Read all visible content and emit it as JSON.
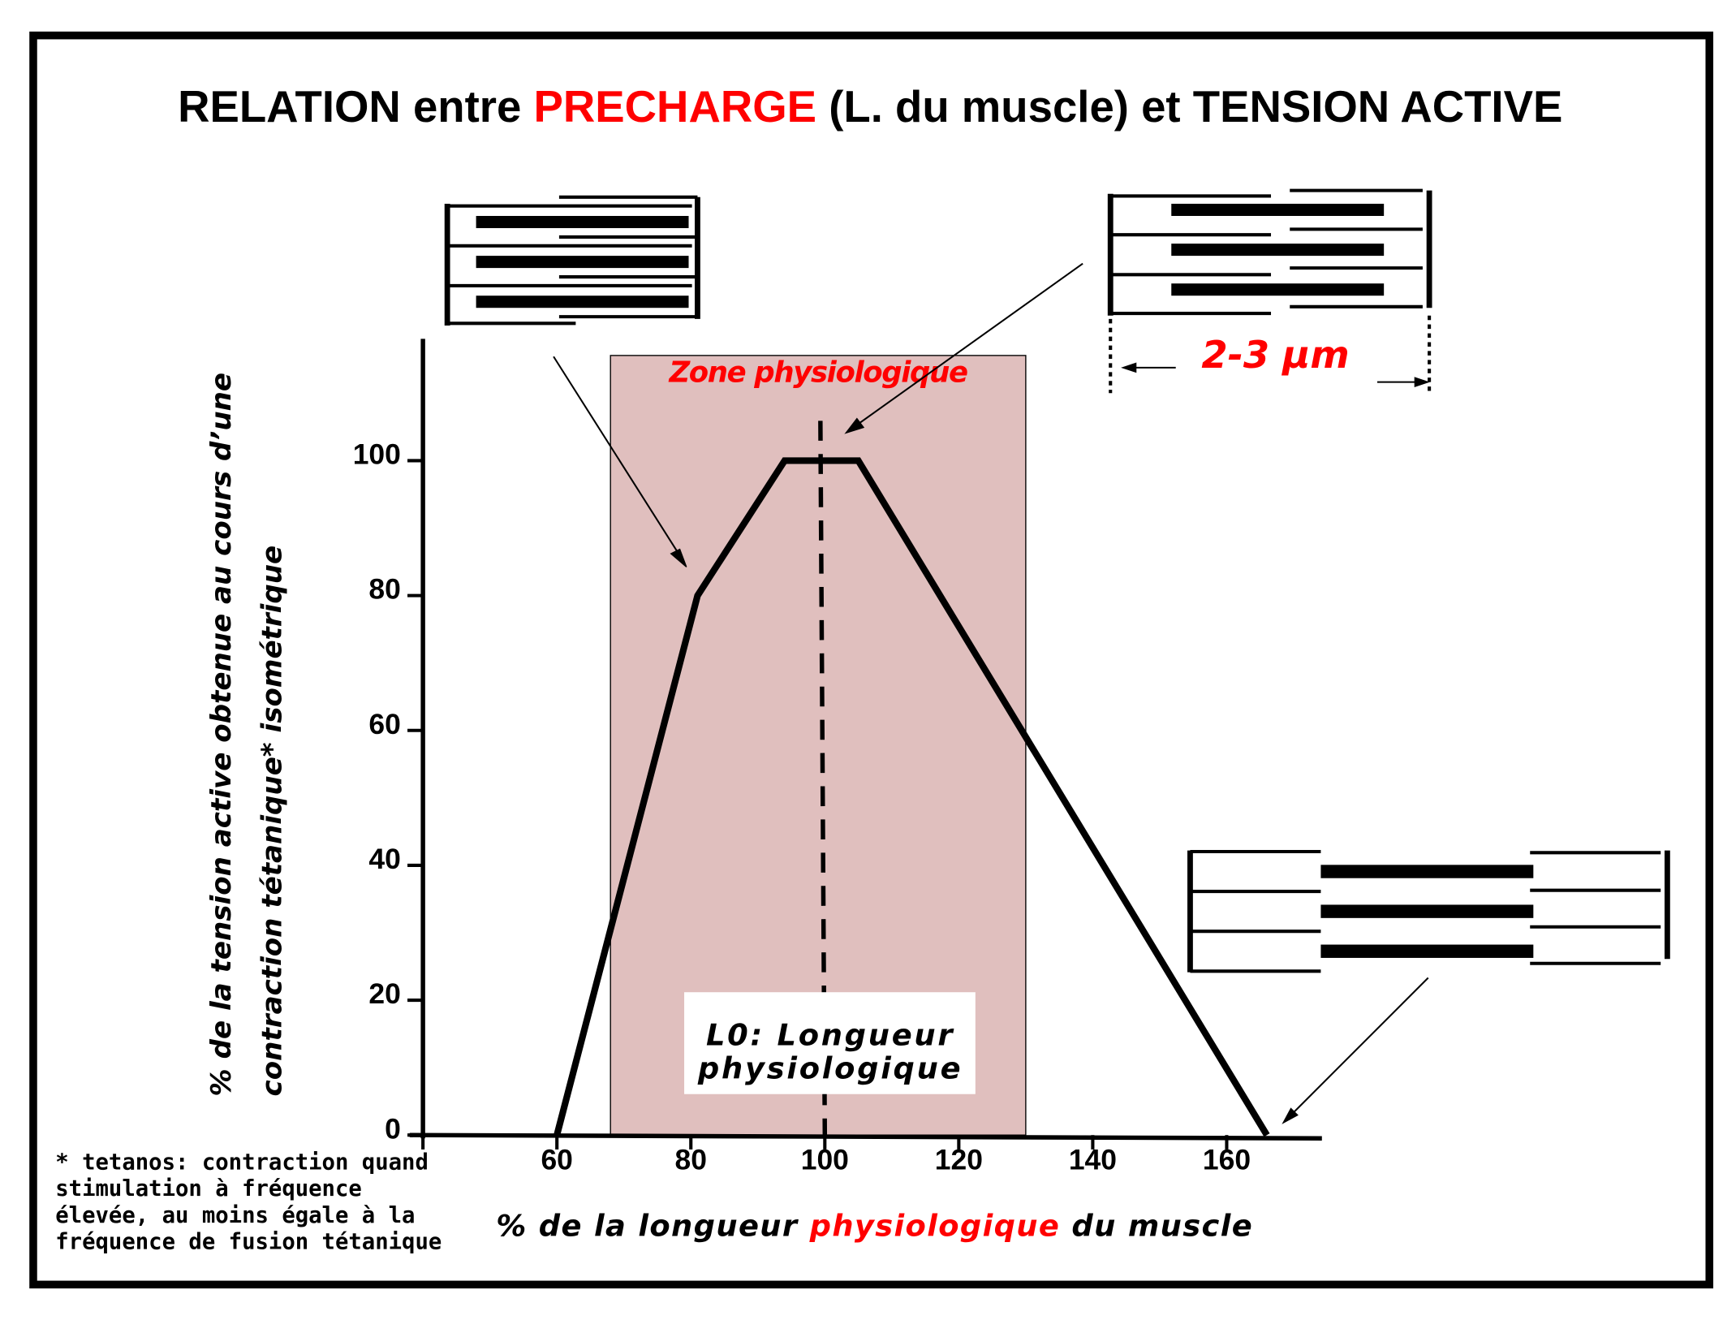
{
  "title": {
    "part1": "RELATION entre ",
    "part2": "PRECHARGE",
    "part3": " (L. du muscle)  et TENSION ACTIVE"
  },
  "colors": {
    "accent": "#ff0000",
    "zone_fill": "#e0bfbe",
    "line": "#000000"
  },
  "chart_data": {
    "type": "line",
    "x": [
      60,
      81,
      94,
      105,
      166
    ],
    "y": [
      0,
      80,
      100,
      100,
      0
    ],
    "xlim": [
      40,
      175
    ],
    "ylim": [
      0,
      118
    ],
    "xticks": [
      60,
      80,
      100,
      120,
      140,
      160
    ],
    "yticks": [
      0,
      20,
      40,
      60,
      80,
      100
    ],
    "xlabel": {
      "part1": "% de la longueur ",
      "part2": "physiologique",
      "part3": " du muscle"
    },
    "ylabel_line1": "% de la tension active  obtenue au cours d’une",
    "ylabel_line2": "contraction tétanique* isométrique",
    "zone": {
      "label": "Zone physiologique",
      "x_range": [
        68,
        130
      ]
    },
    "reference_line": {
      "x": 100,
      "label_line1": "L0: Longueur",
      "label_line2": "physiologique"
    },
    "grid": false
  },
  "sarcomere_label": "2-3  µm",
  "footnote": [
    "* tetanos: contraction quand",
    "stimulation à fréquence",
    "élevée, au moins égale à la",
    "fréquence de fusion tétanique"
  ]
}
